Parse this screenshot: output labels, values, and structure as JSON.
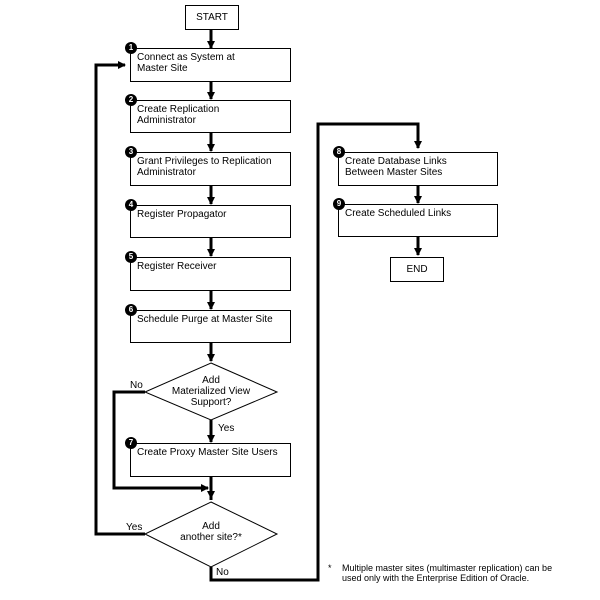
{
  "start": "START",
  "end": "END",
  "steps": [
    {
      "num": "1",
      "line1": "Connect as System at",
      "line2": "Master Site"
    },
    {
      "num": "2",
      "line1": "Create Replication",
      "line2": "Administrator"
    },
    {
      "num": "3",
      "line1": "Grant Privileges to Replication",
      "line2": "Administrator"
    },
    {
      "num": "4",
      "line1": "Register Propagator",
      "line2": ""
    },
    {
      "num": "5",
      "line1": "Register Receiver",
      "line2": ""
    },
    {
      "num": "6",
      "line1": "Schedule Purge at Master Site",
      "line2": ""
    },
    {
      "num": "7",
      "line1": "Create Proxy Master Site Users",
      "line2": ""
    },
    {
      "num": "8",
      "line1": "Create Database Links",
      "line2": "Between Master Sites"
    },
    {
      "num": "9",
      "line1": "Create Scheduled Links",
      "line2": ""
    }
  ],
  "decisions": [
    {
      "line1": "Add",
      "line2": "Materialized View",
      "line3": "Support?",
      "yes": "Yes",
      "no": "No"
    },
    {
      "line1": "Add",
      "line2": "another site?*",
      "yes": "Yes",
      "no": "No"
    }
  ],
  "footnote": {
    "mark": "*",
    "line1": "Multiple master sites (multimaster replication) can be",
    "line2": "used only with the Enterprise Edition of Oracle."
  }
}
